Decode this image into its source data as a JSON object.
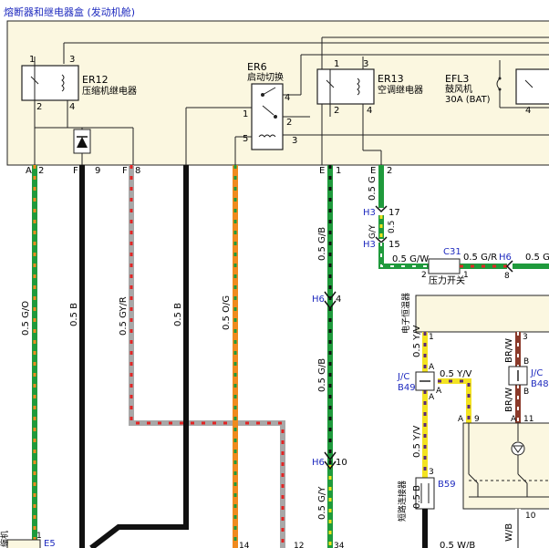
{
  "header": {
    "title": "熔断器和继电器盒 (发动机舱)"
  },
  "colors": {
    "box_fill": "#fbf7e0",
    "label_blue": "#1f2bbf",
    "green": "#1f9a3c",
    "black": "#111111",
    "gray": "#a8a8a8",
    "orange": "#f08a1e",
    "yellow": "#f3e321",
    "brown": "#8b3a2a",
    "red_stripe": "#e22525",
    "purple_stripe": "#5a2a7a",
    "yellow_stripe": "#f2e21e"
  },
  "relays": {
    "er12": {
      "code": "ER12",
      "name": "压缩机继电器",
      "pins": [
        "1",
        "3",
        "2",
        "4"
      ]
    },
    "er6": {
      "code": "ER6",
      "name": "启动切换",
      "pins": [
        "4",
        "1",
        "2",
        "5",
        "3"
      ]
    },
    "er13": {
      "code": "ER13",
      "name": "空调继电器",
      "pins": [
        "1",
        "3",
        "2",
        "4"
      ]
    },
    "efl3": {
      "code": "EFL3",
      "name": "鼓风机",
      "rating": "30A (BAT)",
      "pins": [
        "4"
      ]
    }
  },
  "box_terminals": [
    "A",
    "2",
    "F",
    "9",
    "F",
    "8",
    "E",
    "1",
    "E",
    "2"
  ],
  "wires": {
    "w1": "0.5 G/O",
    "w2": "0.5 B",
    "w3": "0.5 GY/R",
    "w4": "0.5 B",
    "w5": "0.5 O/G",
    "w6a": "0.5 G/B",
    "w6b": "0.5 G/B",
    "w6c": "0.5 G/Y",
    "w7a": "0.5 G",
    "w7b": "0.5 G/Y",
    "w8": "0.5 G/W",
    "w9": "0.5 G/R",
    "w10": "0.5 G",
    "w11a": "0.5 Y/V",
    "w11b": "0.5 Y/V",
    "w11c": "0.5 Y/V",
    "w12a": "BR/W",
    "w12b": "BR/W",
    "w13": "0.5 B",
    "w14": "W/B",
    "w15": "0.5 W/B"
  },
  "connectors": {
    "h3a": {
      "code": "H3",
      "pin": "17"
    },
    "h3b": {
      "code": "H3",
      "pin": "15"
    },
    "h6a": {
      "code": "H6",
      "pin": "4"
    },
    "h6b": {
      "code": "H6",
      "pin": "10"
    },
    "h6c": {
      "code": "H6",
      "pin": "8"
    },
    "c31": {
      "code": "C31",
      "pin_left": "2",
      "pin_right": "1",
      "name": "压力开关"
    },
    "jc_b49": {
      "code": "J/C",
      "sub": "B49",
      "pin_top": "A",
      "pin_bottom": "A",
      "pin_right": "A"
    },
    "jc_b48": {
      "code": "J/C",
      "sub": "B48",
      "pin_top": "B",
      "pin_bottom": "B"
    },
    "b59": {
      "code": "B59",
      "name": "短路连接器",
      "pin_top": "3"
    },
    "e5": {
      "code": "E5",
      "pin": "1",
      "name": "缩机"
    },
    "ecu": {
      "name": "电子恒温器"
    }
  },
  "pins": {
    "ecu_1": "1",
    "ecu_3": "3",
    "lower_a": "A",
    "lower_9": "9",
    "lower_11": "11",
    "lower_10": "10",
    "bottom_14": "14",
    "bottom_12": "12",
    "bottom_34": "34"
  }
}
